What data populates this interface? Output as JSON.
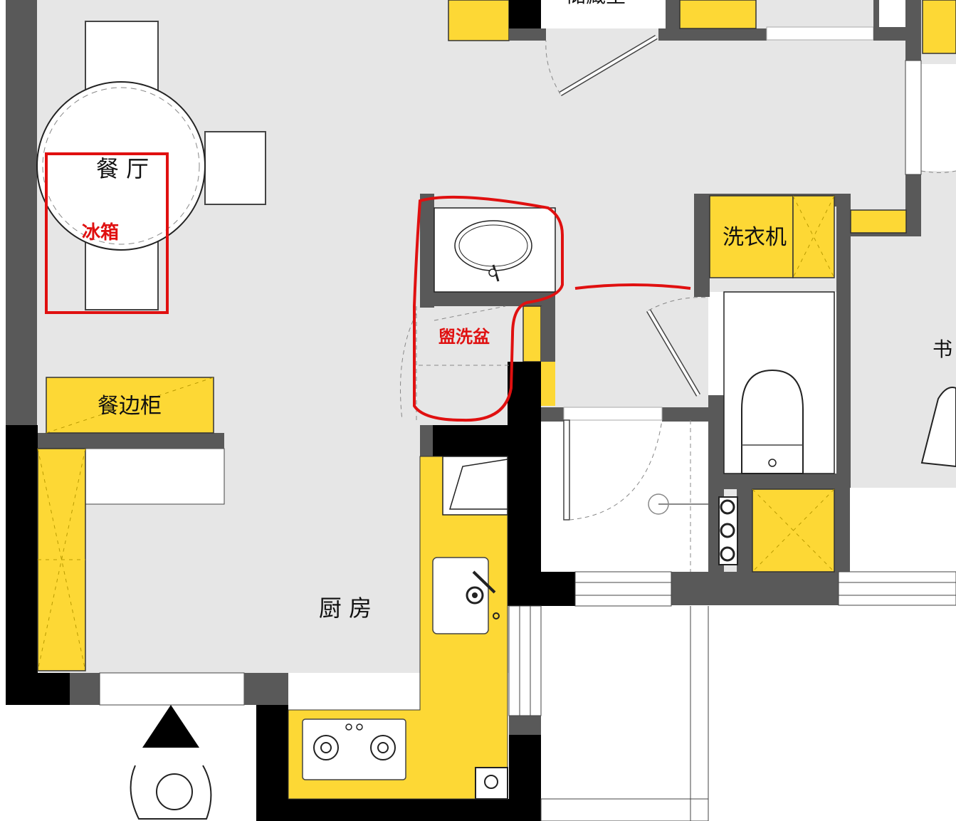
{
  "rooms": {
    "dining": "餐 厅",
    "sideboard": "餐边柜",
    "kitchen": "厨 房",
    "washer": "洗衣机",
    "study_partial": "书",
    "storage_partial": "储藏室"
  },
  "annotations": {
    "fridge": "冰箱",
    "washbasin": "盥洗盆"
  },
  "colors": {
    "floor": "#e6e6e6",
    "wall_dark": "#595959",
    "wall_black": "#000000",
    "cabinet": "#fdd835",
    "annotation": "#e01010"
  }
}
